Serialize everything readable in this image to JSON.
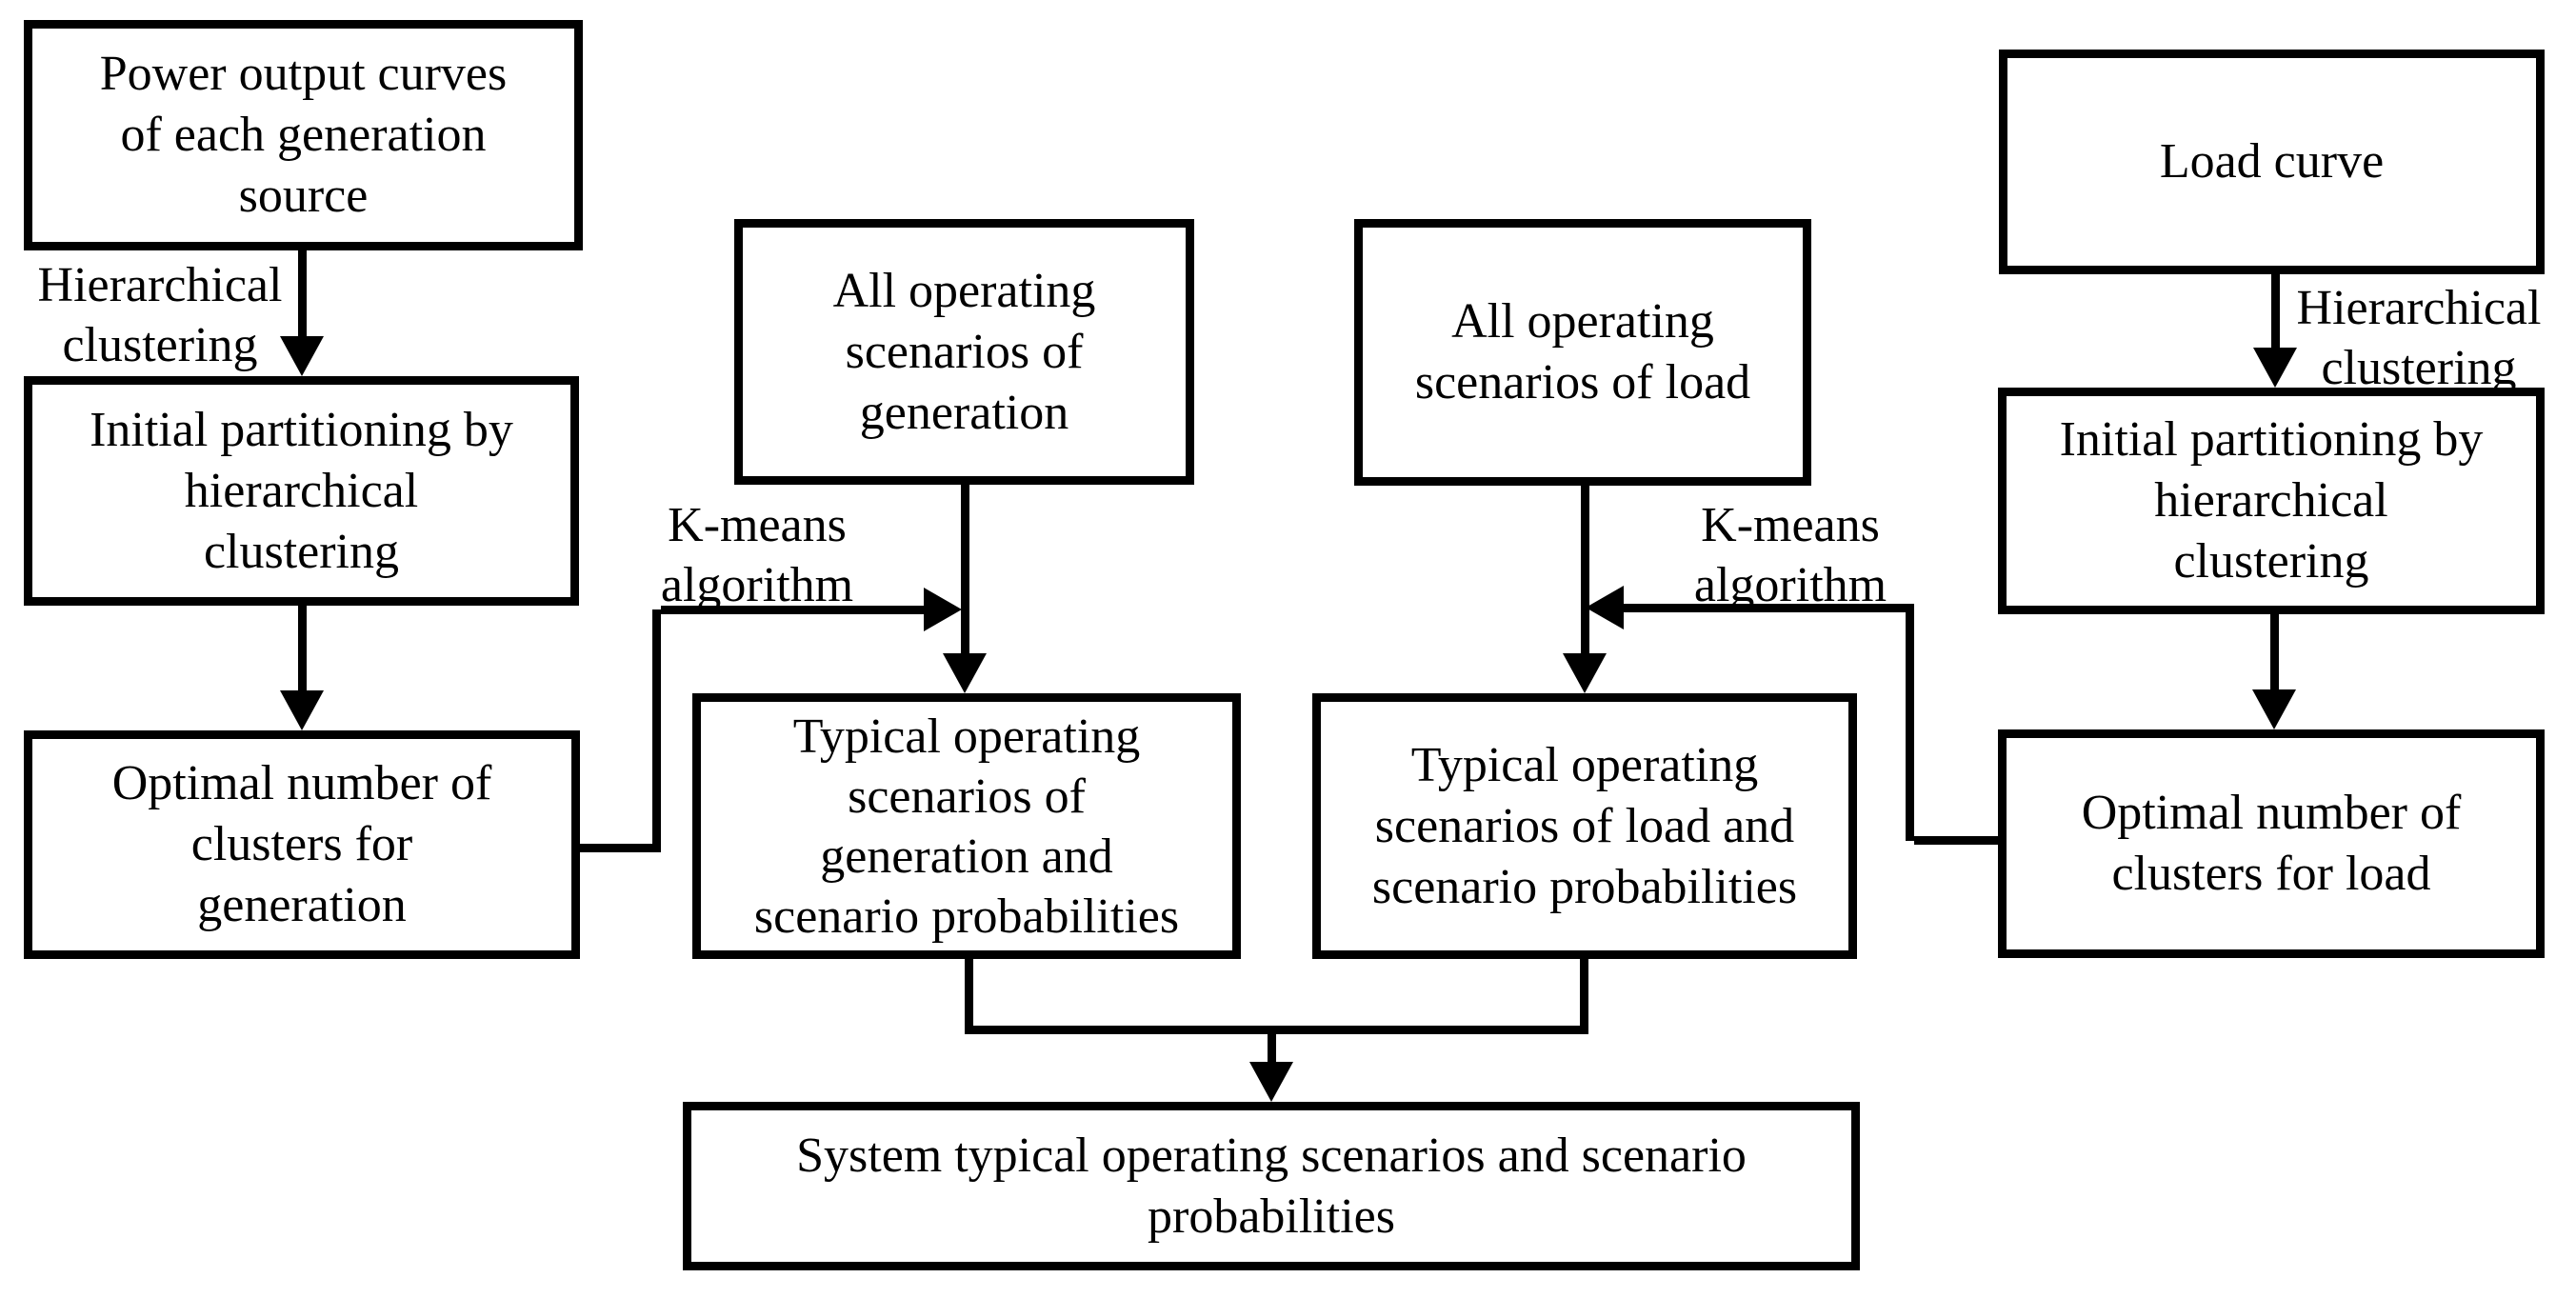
{
  "diagram": {
    "colors": {
      "background": "#ffffff",
      "line": "#000000",
      "text": "#000000"
    },
    "boxes": {
      "gen_curves": {
        "label": "Power output curves\nof each generation\nsource"
      },
      "gen_partition": {
        "label": "Initial partitioning by\nhierarchical\nclustering"
      },
      "gen_optimal": {
        "label": "Optimal number of\nclusters for\ngeneration"
      },
      "all_gen": {
        "label": "All operating\nscenarios of\ngeneration"
      },
      "typ_gen": {
        "label": "Typical operating\nscenarios of\ngeneration and\nscenario probabilities"
      },
      "all_load": {
        "label": "All operating\nscenarios of load"
      },
      "typ_load": {
        "label": "Typical operating\nscenarios of load and\nscenario probabilities"
      },
      "load_curve": {
        "label": "Load curve"
      },
      "load_partition": {
        "label": "Initial partitioning by\nhierarchical\nclustering"
      },
      "load_optimal": {
        "label": "Optimal number of\nclusters for load"
      },
      "system": {
        "label": "System typical operating scenarios and scenario\nprobabilities"
      }
    },
    "edge_labels": {
      "hier_gen": "Hierarchical\nclustering",
      "kmeans_gen": "K-means\nalgorithm",
      "kmeans_load": "K-means\nalgorithm",
      "hier_load": "Hierarchical\nclustering"
    }
  }
}
